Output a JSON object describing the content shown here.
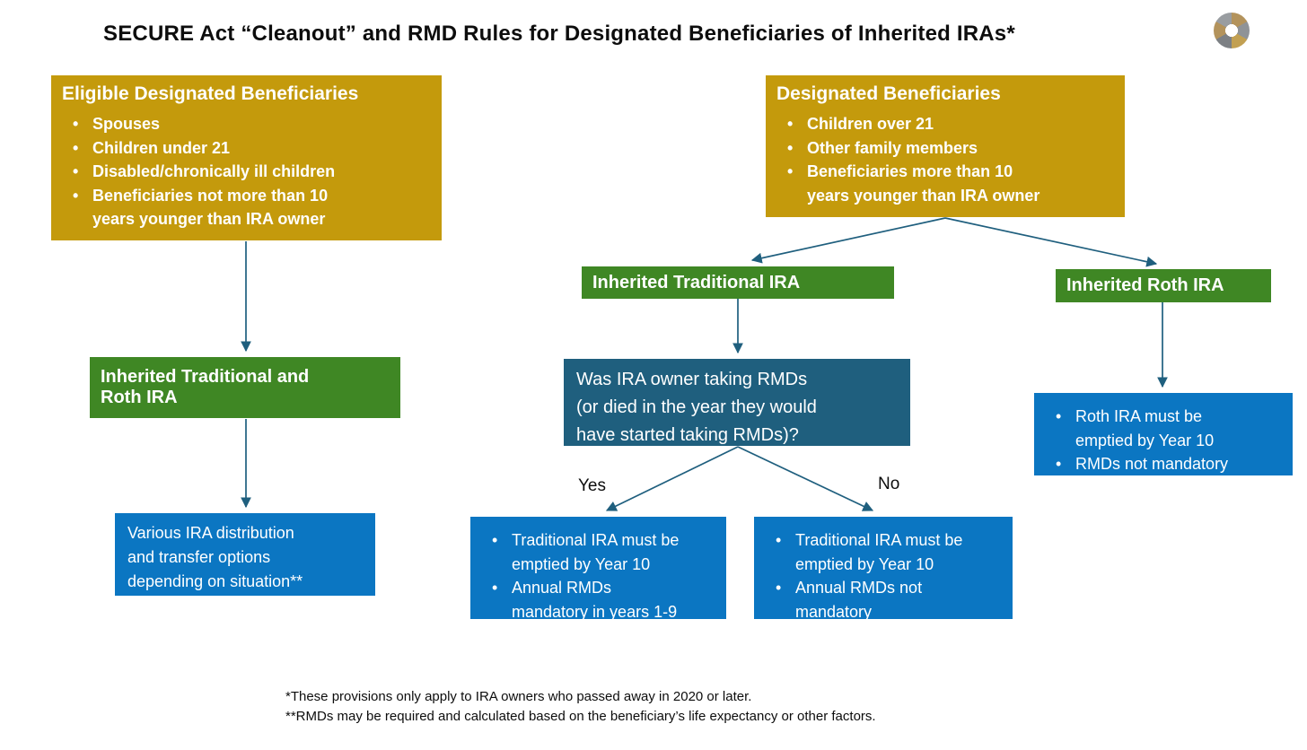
{
  "title": "SECURE Act “Cleanout” and RMD Rules for Designated Beneficiaries of Inherited IRAs*",
  "colors": {
    "gold": "#c49a0c",
    "green": "#3f8724",
    "teal": "#1f5f7e",
    "blue": "#0b76c2",
    "arrow": "#1f5f7e"
  },
  "logo": "aperture-logo",
  "boxes": {
    "eligible": {
      "heading": "Eligible Designated Beneficiaries",
      "bullets": [
        "Spouses",
        "Children under 21",
        "Disabled/chronically ill children",
        "Beneficiaries not more than 10\nyears younger than IRA owner"
      ]
    },
    "designated": {
      "heading": "Designated Beneficiaries",
      "bullets": [
        "Children over 21",
        "Other family members",
        "Beneficiaries more than 10\nyears younger than IRA owner"
      ]
    },
    "inherited_both": {
      "label": "Inherited Traditional and\nRoth IRA"
    },
    "inherited_traditional": {
      "label": "Inherited Traditional IRA"
    },
    "inherited_roth": {
      "label": "Inherited Roth IRA"
    },
    "question": {
      "text": "Was IRA owner taking RMDs\n(or died in the year they would\nhave started taking RMDs)?"
    },
    "various_outcome": {
      "text": "Various IRA distribution\nand transfer options\ndepending on situation**"
    },
    "yes_outcome": {
      "bullets": [
        "Traditional IRA must be\nemptied by Year 10",
        "Annual RMDs\nmandatory in years 1-9"
      ]
    },
    "no_outcome": {
      "bullets": [
        "Traditional IRA must be\nemptied by Year 10",
        "Annual RMDs not\nmandatory"
      ]
    },
    "roth_outcome": {
      "bullets": [
        "Roth IRA must be\nemptied by Year 10",
        "RMDs not mandatory"
      ]
    }
  },
  "labels": {
    "yes": "Yes",
    "no": "No"
  },
  "footnotes": [
    "*These provisions only apply to IRA owners who passed away in 2020 or later.",
    "**RMDs may be required and calculated based on the beneficiary’s life expectancy or other factors."
  ]
}
